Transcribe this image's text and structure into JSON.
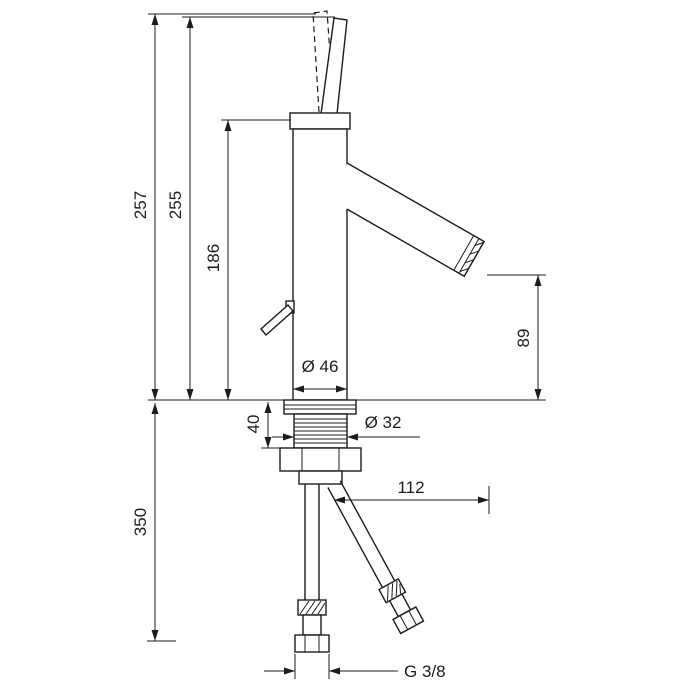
{
  "diagram": {
    "kind": "technical-drawing",
    "subject": "Single-lever basin mixer faucet, side elevation with installation dimensions",
    "units": "mm",
    "line_color": "#1c1c1c",
    "background": "#ffffff",
    "labels": {
      "total_height": "257",
      "height_to_handle_top": "255",
      "height_to_body_top": "186",
      "body_diameter": "Ø 46",
      "mounting_depth": "40",
      "shank_diameter": "Ø 32",
      "spout_outlet_height": "89",
      "spout_reach": "112",
      "hose_length": "350",
      "connection_thread": "G 3/8"
    }
  }
}
